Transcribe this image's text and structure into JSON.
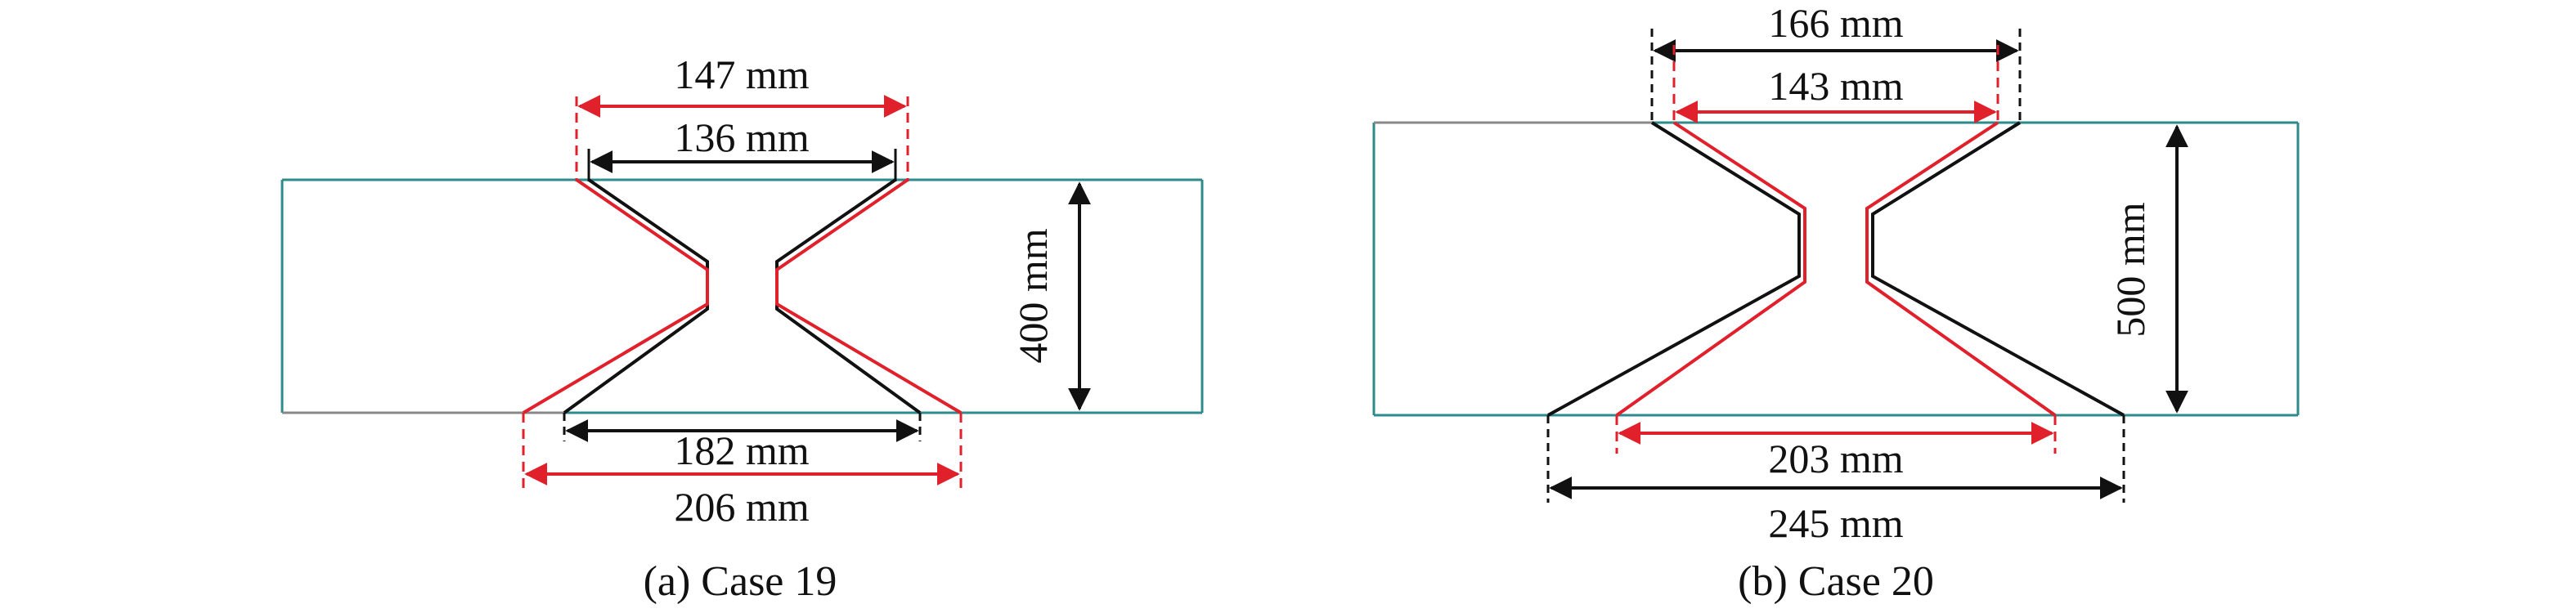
{
  "colors": {
    "slab_outline": "#2e8b8b",
    "slab_edge_left": "#888888",
    "black_profile": "#111111",
    "red_profile": "#e0202a"
  },
  "panels": [
    {
      "id": "a",
      "caption": "(a) Case 19",
      "dimensions": {
        "top_red": "147 mm",
        "top_black": "136 mm",
        "height": "400 mm",
        "bottom_black": "182 mm",
        "bottom_red": "206 mm"
      }
    },
    {
      "id": "b",
      "caption": "(b) Case 20",
      "dimensions": {
        "top_black": "166 mm",
        "top_red": "143 mm",
        "height": "500 mm",
        "bottom_red": "203 mm",
        "bottom_black": "245 mm"
      }
    }
  ]
}
